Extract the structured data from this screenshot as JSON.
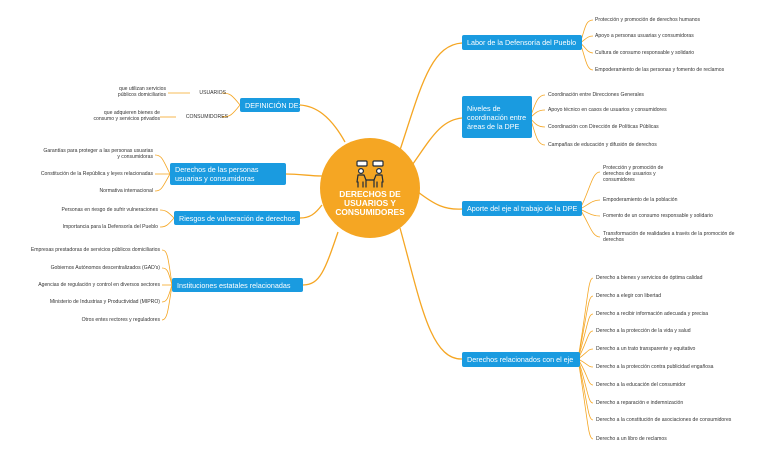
{
  "center": {
    "title": "DERECHOS DE USUARIOS Y CONSUMIDORES",
    "icon": "people-meeting-icon",
    "color": "#f5a623"
  },
  "colors": {
    "node": "#1a9be0",
    "link": "#f5a623",
    "leaf_text": "#333333"
  },
  "left": {
    "definicion": {
      "label": "DEFINICIÓN DE:",
      "usuarios_label": "USUARIOS",
      "usuarios_desc": "que utilizan servicios públicos domiciliarios",
      "consumidores_label": "CONSUMIDORES",
      "consumidores_desc": "que adquieren bienes de consumo y servicios privados"
    },
    "derechos_personas": {
      "label": "Derechos de las personas usuarias y consumidoras",
      "items": [
        "Garantías para proteger a las personas usuarias y consumidoras",
        "Constitución de la República y leyes relacionadas",
        "Normativa internacional"
      ]
    },
    "riesgos": {
      "label": "Riesgos de vulneración de derechos",
      "items": [
        "Personas en riesgo de sufrir vulneraciones",
        "Importancia para la Defensoría del Pueblo"
      ]
    },
    "instituciones": {
      "label": "Instituciones estatales relacionadas",
      "items": [
        "Empresas prestadoras de servicios públicos domiciliarios",
        "Gobiernos Autónomos descentralizados (GAD's)",
        "Agencias de regulación y control en diversos sectores",
        "Ministerio de Industrias y Productividad (MIPRO)",
        "Otros entes rectores y reguladores"
      ]
    }
  },
  "right": {
    "labor": {
      "label": "Labor de la Defensoría del Pueblo",
      "items": [
        "Protección y promoción de derechos humanos",
        "Apoyo a personas usuarias y consumidoras",
        "Cultura de consumo responsable y solidario",
        "Empoderamiento de las personas y fomento de reclamos"
      ]
    },
    "niveles": {
      "label": "Niveles de coordinación entre áreas de la DPE",
      "items": [
        "Coordinación entre Direcciones Generales",
        "Apoyo técnico en casos de usuarios y consumidores",
        "Coordinación con Dirección de Políticas Públicas",
        "Campañas de educación y difusión de derechos"
      ]
    },
    "aporte": {
      "label": "Aporte del eje al trabajo de la DPE",
      "items": [
        "Protección y promoción de derechos de usuarios y consumidores",
        "Empoderamiento de la población",
        "Fomento de un consumo responsable y solidario",
        "Transformación de realidades a través de la promoción de derechos"
      ]
    },
    "derechos_eje": {
      "label": "Derechos relacionados con el eje",
      "items": [
        "Derecho a bienes y servicios de óptima calidad",
        "Derecho a elegir con libertad",
        "Derecho a recibir información adecuada y precisa",
        "Derecho a la protección de la vida y salud",
        "Derecho a un trato transparente y equitativo",
        "Derecho a la protección contra publicidad engañosa",
        "Derecho a la educación del consumidor",
        "Derecho a reparación e indemnización",
        "Derecho a la constitución de asociaciones de consumidores",
        "Derecho a un libro de reclamos"
      ]
    }
  }
}
